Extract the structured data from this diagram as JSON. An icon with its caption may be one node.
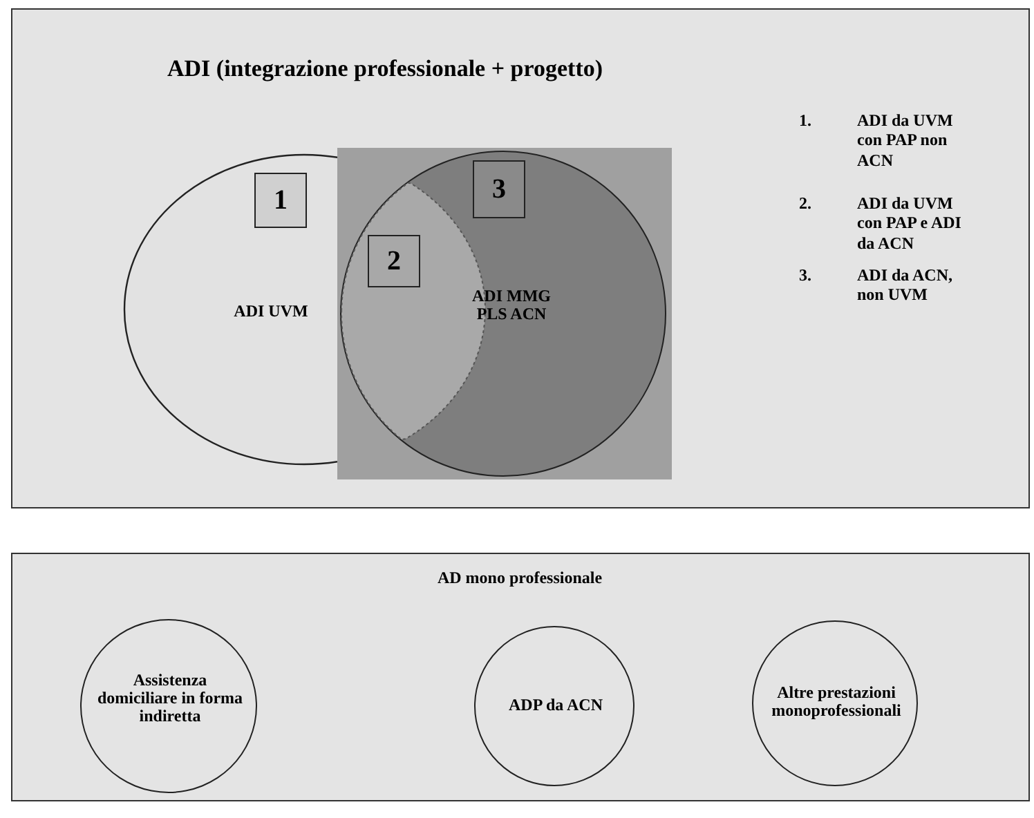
{
  "diagram": {
    "nodes": [
      {
        "text": [
          "ADI (integrazione professionale + progetto)"
        ]
      },
      {
        "text": [
          "ADI UVM"
        ],
        "in": 0
      },
      {
        "text": [],
        "shape": "box",
        "in": 0
      },
      {
        "text": [
          "ADI MMG PLS ACN"
        ],
        "in": 2
      },
      {
        "text": [
          "1"
        ],
        "in": 1
      },
      {
        "text": [
          "2"
        ]
      },
      {
        "text": [
          "3"
        ],
        "in": 3
      },
      {
        "text": [
          "AD mono professionale"
        ]
      },
      {
        "text": [
          "Assistenza domiciliare in forma indiretta"
        ],
        "in": 7
      },
      {
        "text": [
          "ADP da ACN"
        ],
        "in": 7
      },
      {
        "text": [
          "Altre prestazioni monoprofessionali"
        ],
        "in": 7
      }
    ],
    "labels": [
      "1.",
      "ADI da UVM con PAP non ACN",
      "2.",
      "ADI da UVM con PAP e ADI da ACN",
      "3.",
      "ADI da ACN, non UVM"
    ]
  }
}
